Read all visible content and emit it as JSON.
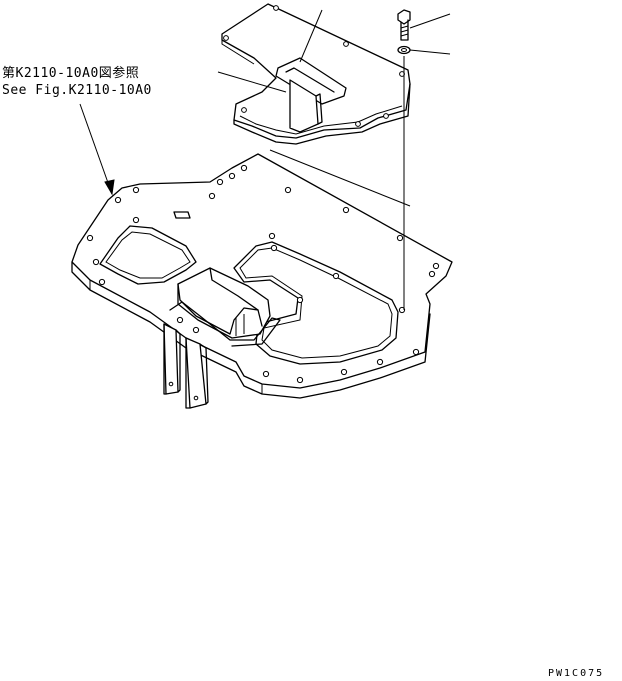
{
  "reference_note": {
    "japanese": "第K2110-10A0図参照",
    "english": "See Fig.K2110-10A0"
  },
  "drawing_code": "PW1C075"
}
